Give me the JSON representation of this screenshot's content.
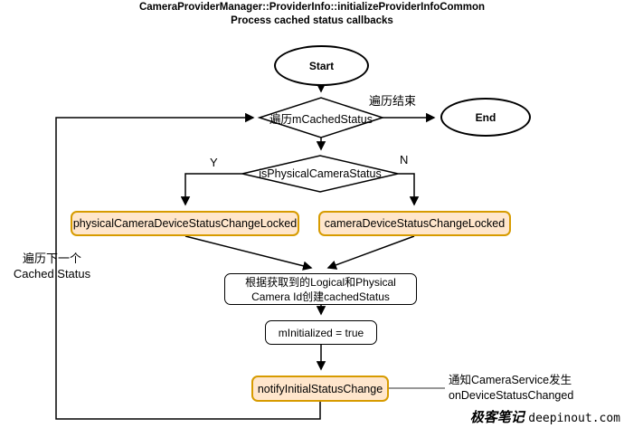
{
  "title": {
    "line1": "CameraProviderManager::ProviderInfo::initializeProviderInfoCommon",
    "line2": "Process cached status callbacks"
  },
  "flowchart": {
    "start": "Start",
    "end": "End",
    "decision_loop": "遍历mCachedStatus",
    "decision_physical": "isPhysicalCameraStatus",
    "process_physical": "physicalCameraDeviceStatusChangeLocked",
    "process_camera": "cameraDeviceStatusChangeLocked",
    "process_create_line1": "根据获取到的Logical和Physical",
    "process_create_line2": "Camera Id创建cachedStatus",
    "process_minitialized": "mInitialized = true",
    "process_notify": "notifyInitialStatusChange"
  },
  "labels": {
    "loop_done": "遍历结束",
    "yes": "Y",
    "no": "N",
    "next_item_line1": "遍历下一个",
    "next_item_line2": "Cached Status",
    "note_line1": "通知CameraService发生",
    "note_line2": "onDeviceStatusChanged"
  },
  "watermark": {
    "brand": "极客笔记",
    "site": "deepinout.com"
  },
  "colors": {
    "highlight_fill": "#ffe6cc",
    "highlight_border": "#d79b00",
    "line": "#000000",
    "note_line": "#595959"
  }
}
